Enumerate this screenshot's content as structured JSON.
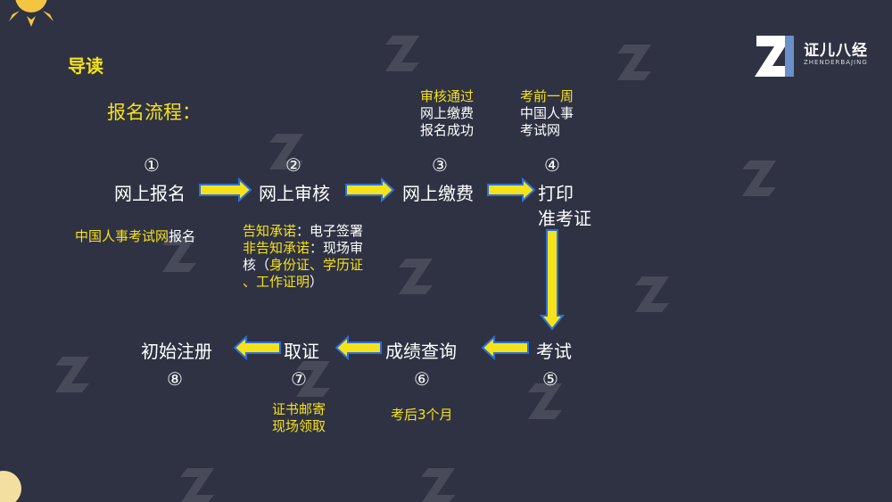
{
  "header": {
    "title": "导读"
  },
  "brand": {
    "name": "证儿八经",
    "sub": "ZHENDERBAJING"
  },
  "flow": {
    "heading": "报名流程：",
    "steps": [
      {
        "num": "①",
        "label": "网上报名"
      },
      {
        "num": "②",
        "label": "网上审核"
      },
      {
        "num": "③",
        "label": "网上缴费"
      },
      {
        "num": "④",
        "label_line1": "打印",
        "label_line2": "准考证"
      },
      {
        "num": "⑤",
        "label": "考试"
      },
      {
        "num": "⑥",
        "label": "成绩查询"
      },
      {
        "num": "⑦",
        "label": "取证"
      },
      {
        "num": "⑧",
        "label": "初始注册"
      }
    ],
    "notes": {
      "step1_yellow": "中国人事考试网",
      "step1_white": "报名",
      "step2_line1_yellow": "告知承诺",
      "step2_line1_white": "：电子签署",
      "step2_line2_yellow": "非告知承诺",
      "step2_line2_white": "：现场审",
      "step2_line3_white_a": "核（",
      "step2_line3_yellow": "身份证、学历证",
      "step2_line4_yellow": "、工作证明",
      "step2_line4_white": "）",
      "step3_line1": "审核通过",
      "step3_line2": "网上缴费",
      "step3_line3": "报名成功",
      "step4_line1": "考前一周",
      "step4_line2": "中国人事",
      "step4_line3": "考试网",
      "step6": "考后3个月",
      "step7_line1": "证书邮寄",
      "step7_line2": "现场领取"
    }
  },
  "colors": {
    "background": "#2f3243",
    "accent": "#f5e21a",
    "arrow_fill": "#f5e21a",
    "arrow_stroke": "#2a6fdb"
  }
}
